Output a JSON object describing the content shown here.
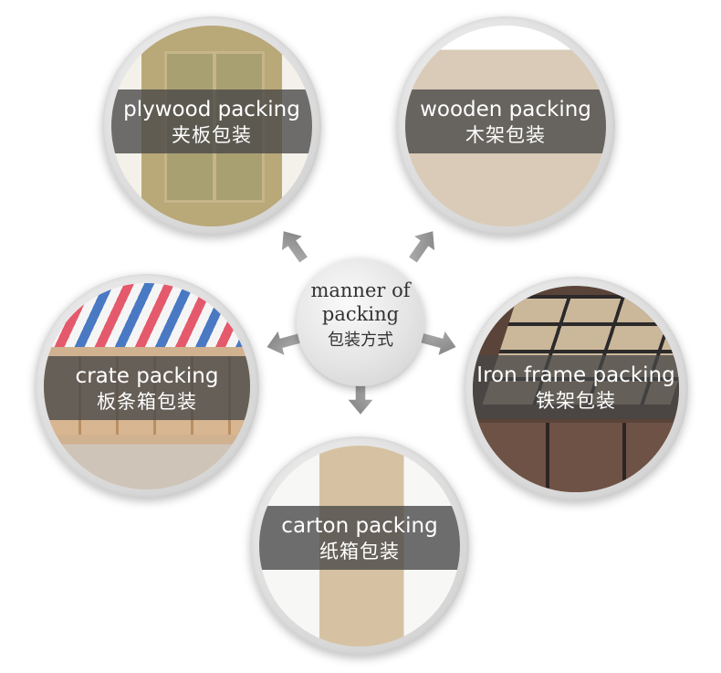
{
  "center": {
    "line1": "manner of",
    "line2": "packing",
    "line3": "包装方式"
  },
  "nodes": [
    {
      "id": "plywood",
      "en": "plywood packing",
      "zh": "夹板包装"
    },
    {
      "id": "wooden",
      "en": "wooden packing",
      "zh": "木架包装"
    },
    {
      "id": "crate",
      "en": "crate packing",
      "zh": "板条箱包装"
    },
    {
      "id": "iron",
      "en": "Iron frame packing",
      "zh": "铁架包装"
    },
    {
      "id": "carton",
      "en": "carton packing",
      "zh": "纸箱包装"
    }
  ],
  "colors": {
    "band": "#464646",
    "ring": "#d9d9d9",
    "arrow": "#8c8c8c",
    "text_dark": "#333333"
  }
}
